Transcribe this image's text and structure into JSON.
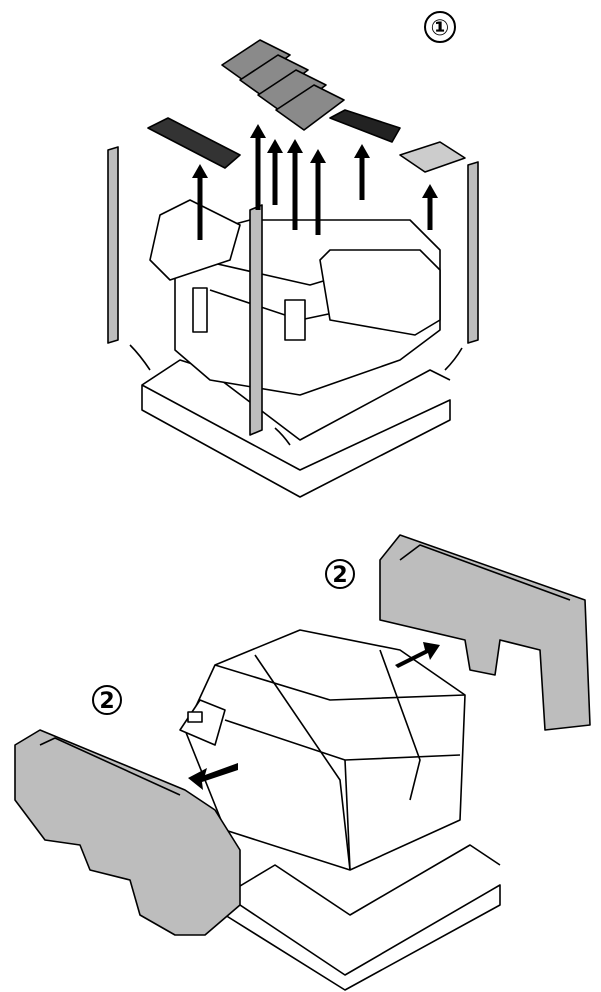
{
  "steps": {
    "step1_marker": "①",
    "step2_marker_right": "2",
    "step2_marker_left": "2"
  },
  "colors": {
    "line": "#000000",
    "packing_gray": "#bdbdbd",
    "dark_gray": "#8a8a8a",
    "black_part": "#222222",
    "background": "#ffffff"
  },
  "icons": {
    "up_arrow": "up-arrow-icon",
    "step_circle": "numbered-circle-icon",
    "direction_arrow": "direction-arrow-icon"
  }
}
